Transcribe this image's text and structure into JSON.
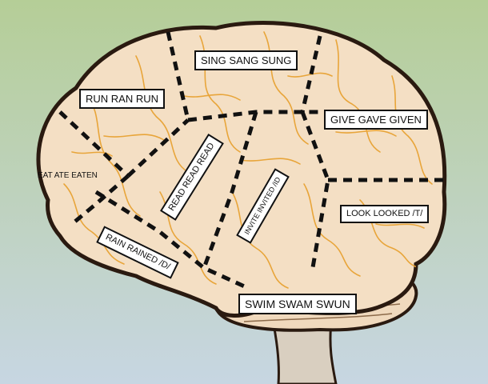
{
  "labels": {
    "sing": "SING SANG SUNG",
    "run": "RUN RAN RUN",
    "give": "GIVE GAVE GIVEN",
    "eat": "EAT ATE EATEN",
    "read": "READ READ READ",
    "invite": "INVITE INVITED /ID",
    "look": "LOOK LOOKED /T/",
    "rain": "RAIN RAINED /D/",
    "swim": "SWIM SWAM SWUN"
  },
  "colors": {
    "background_top": "#b5ce97",
    "background_bottom": "#c7d6e2",
    "brain_fill": "#f4dfc4",
    "brain_outline": "#2a1a10",
    "gyri_lines": "#e8a53a",
    "region_lines": "#111111",
    "stem_fill": "#d9cfc0"
  }
}
